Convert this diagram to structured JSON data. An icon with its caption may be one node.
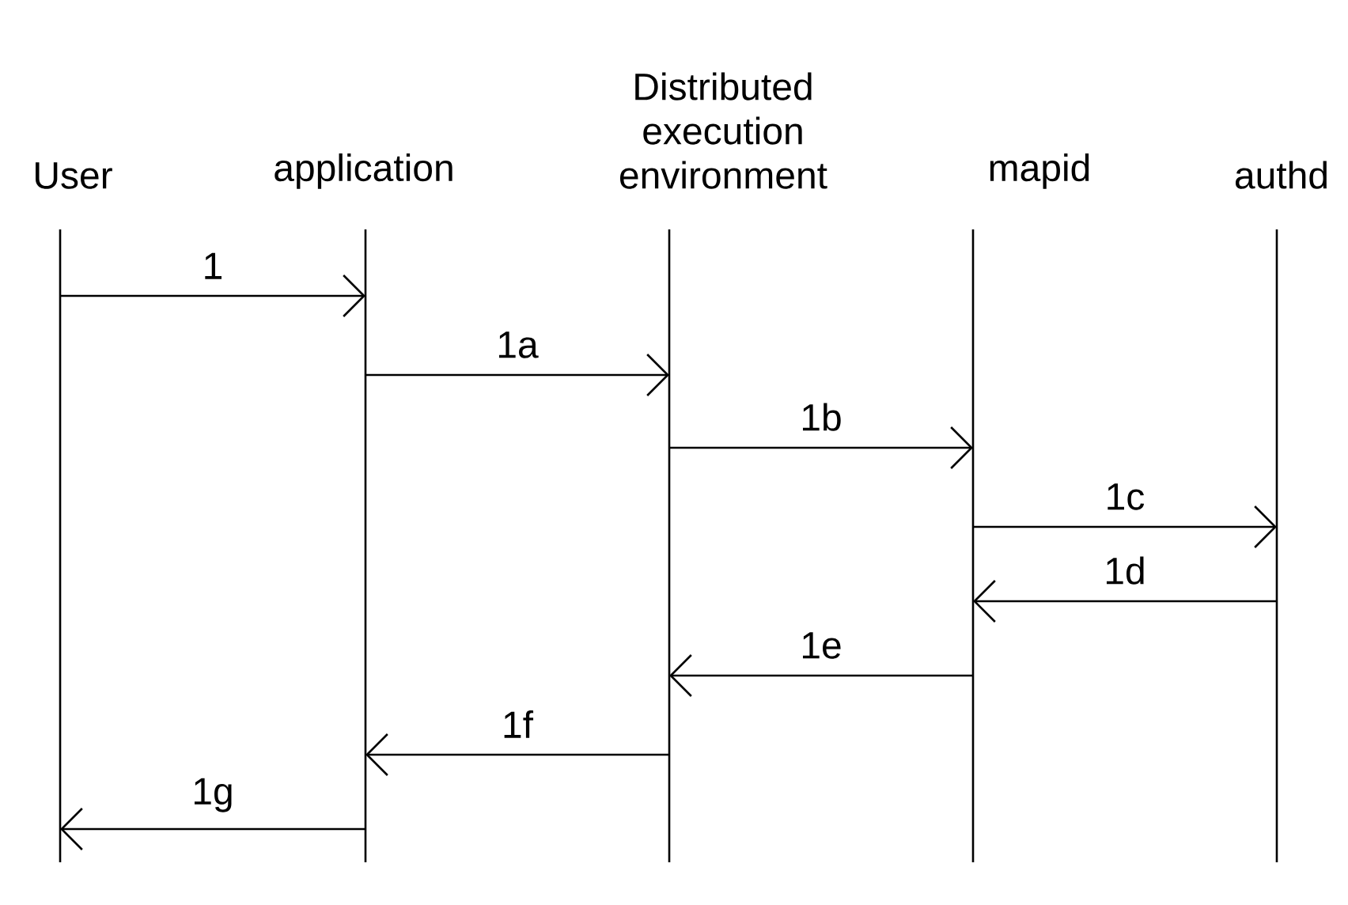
{
  "diagram": {
    "nodes": [
      {
        "text": [
          "User"
        ]
      },
      {
        "text": [
          "application"
        ]
      },
      {
        "text": [
          "Distributed execution environment"
        ]
      },
      {
        "text": [
          "mapid"
        ]
      },
      {
        "text": [
          "authd"
        ]
      }
    ],
    "edges": [
      {
        "from": 0,
        "to": 1,
        "arrow": "to",
        "label": "1"
      },
      {
        "from": 1,
        "to": 2,
        "arrow": "to",
        "label": "1a"
      },
      {
        "from": 2,
        "to": 3,
        "arrow": "to",
        "label": "1b"
      },
      {
        "from": 3,
        "to": 4,
        "arrow": "to",
        "label": "1c"
      },
      {
        "from": 4,
        "to": 3,
        "arrow": "to",
        "label": "1d"
      },
      {
        "from": 3,
        "to": 2,
        "arrow": "to",
        "label": "1e"
      },
      {
        "from": 2,
        "to": 1,
        "arrow": "to",
        "label": "1f"
      },
      {
        "from": 1,
        "to": 0,
        "arrow": "to",
        "label": "1g"
      }
    ]
  }
}
